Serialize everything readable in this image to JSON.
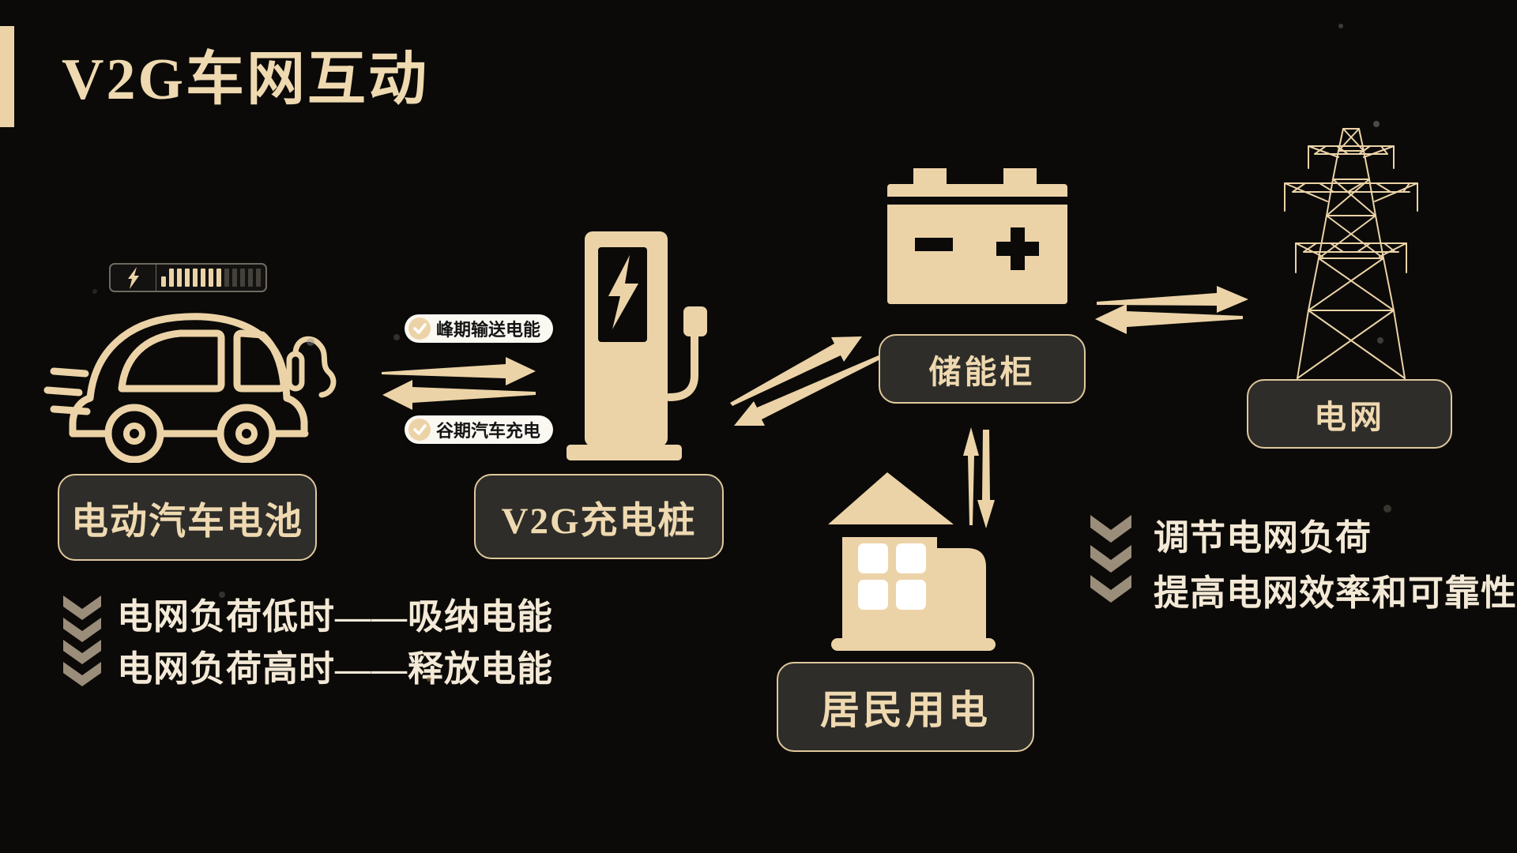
{
  "title": "V2G车网互动",
  "nodes": {
    "ev_battery": "电动汽车电池",
    "charger": "V2G充电桩",
    "storage": "储能柜",
    "grid": "电网",
    "residential": "居民用电"
  },
  "pills": {
    "peak": "峰期输送电能",
    "valley": "谷期汽车充电"
  },
  "notes_left": [
    "电网负荷低时——吸纳电能",
    "电网负荷高时——释放电能"
  ],
  "notes_right": [
    "调节电网负荷",
    "提高电网效率和可靠性"
  ],
  "connections": [
    {
      "from": "电动汽车电池",
      "to": "V2G充电桩",
      "style": "double-horizontal-arrows"
    },
    {
      "from": "V2G充电桩",
      "to": "储能柜",
      "style": "double-diagonal-arrows"
    },
    {
      "from": "储能柜",
      "to": "电网",
      "style": "double-horizontal-arrows"
    },
    {
      "from": "储能柜",
      "to": "居民用电",
      "style": "double-vertical-arrows"
    }
  ],
  "icons": {
    "battery_gauge": "battery-charge-indicator",
    "car": "electric-car",
    "charger": "ev-charging-station",
    "storage_battery": "storage-battery",
    "tower": "transmission-tower",
    "house": "residential-house",
    "check": "checkmark-circle",
    "bolt": "lightning-bolt",
    "chevrons": "down-chevron-stack"
  },
  "colors": {
    "background": "#0B0A08",
    "cream": "#ECD3A7",
    "cream_text": "#EFD9B0",
    "note_text": "#F3E9D6",
    "box_bg": "#2E2D2A",
    "box_border": "#DFC89C",
    "pill_bg": "#FBF8F2",
    "pill_text": "#141414",
    "chevron": "#9A8D7A",
    "gauge_border": "#6E6A62",
    "bar_dim": "#44413B"
  }
}
